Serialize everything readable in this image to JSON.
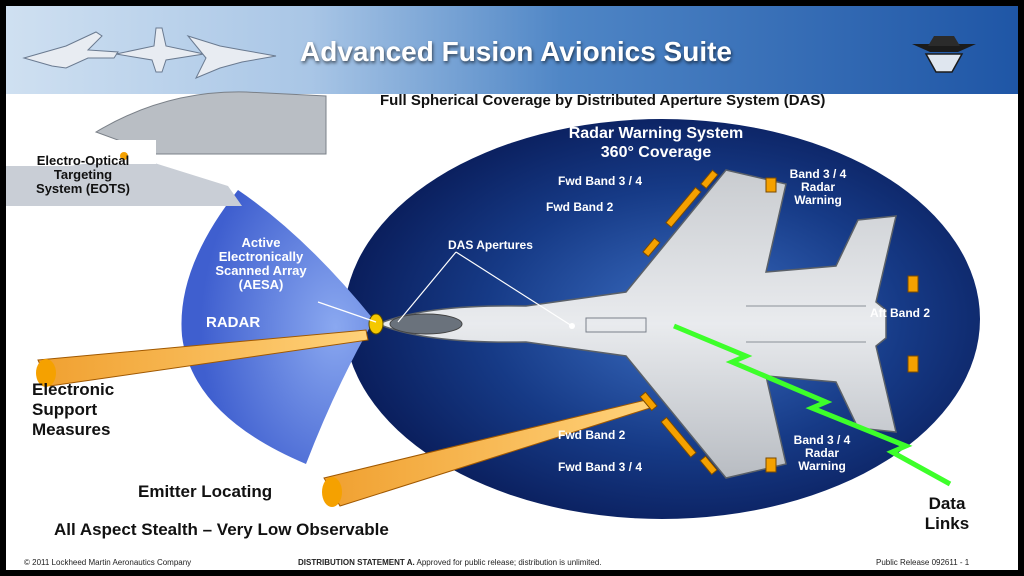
{
  "header": {
    "title": "Advanced Fusion Avionics Suite",
    "subtitle": "Full Spherical Coverage by Distributed Aperture System (DAS)"
  },
  "labels": {
    "radar_warning_title": "Radar Warning System",
    "radar_warning_coverage": "360° Coverage",
    "fwd_band_34_top": "Fwd Band 3 / 4",
    "fwd_band_2_top": "Fwd Band 2",
    "band_34_rw_top_1": "Band 3 / 4",
    "band_34_rw_top_2": "Radar",
    "band_34_rw_top_3": "Warning",
    "das_apertures": "DAS Apertures",
    "aesa_1": "Active",
    "aesa_2": "Electronically",
    "aesa_3": "Scanned Array",
    "aesa_4": "(AESA)",
    "radar": "RADAR",
    "aft_band_2": "Aft Band 2",
    "eots_1": "Electro-Optical",
    "eots_2": "Targeting",
    "eots_3": "System (EOTS)",
    "esm_1": "Electronic",
    "esm_2": "Support",
    "esm_3": "Measures",
    "fwd_band_2_bottom": "Fwd Band 2",
    "fwd_band_34_bottom": "Fwd Band 3 / 4",
    "band_34_rw_bottom_1": "Band 3 / 4",
    "band_34_rw_bottom_2": "Radar",
    "band_34_rw_bottom_3": "Warning",
    "emitter_locating": "Emitter Locating",
    "data_links_1": "Data",
    "data_links_2": "Links",
    "stealth": "All Aspect Stealth –  Very Low Observable"
  },
  "footer": {
    "copyright": "© 2011 Lockheed Martin Aeronautics Company",
    "distribution_bold": "DISTRIBUTION STATEMENT A.",
    "distribution_text": " Approved for public release; distribution is unlimited.",
    "release": "Public Release 092611 - 1"
  },
  "colors": {
    "sphere_dark": "#0a1e5c",
    "sphere_light": "#3c6fc4",
    "aesa_cone": "#5a7ee0",
    "sensor_orange": "#f5a100",
    "datalink_green": "#3dff2a",
    "header_blue": "#1f56a6"
  }
}
